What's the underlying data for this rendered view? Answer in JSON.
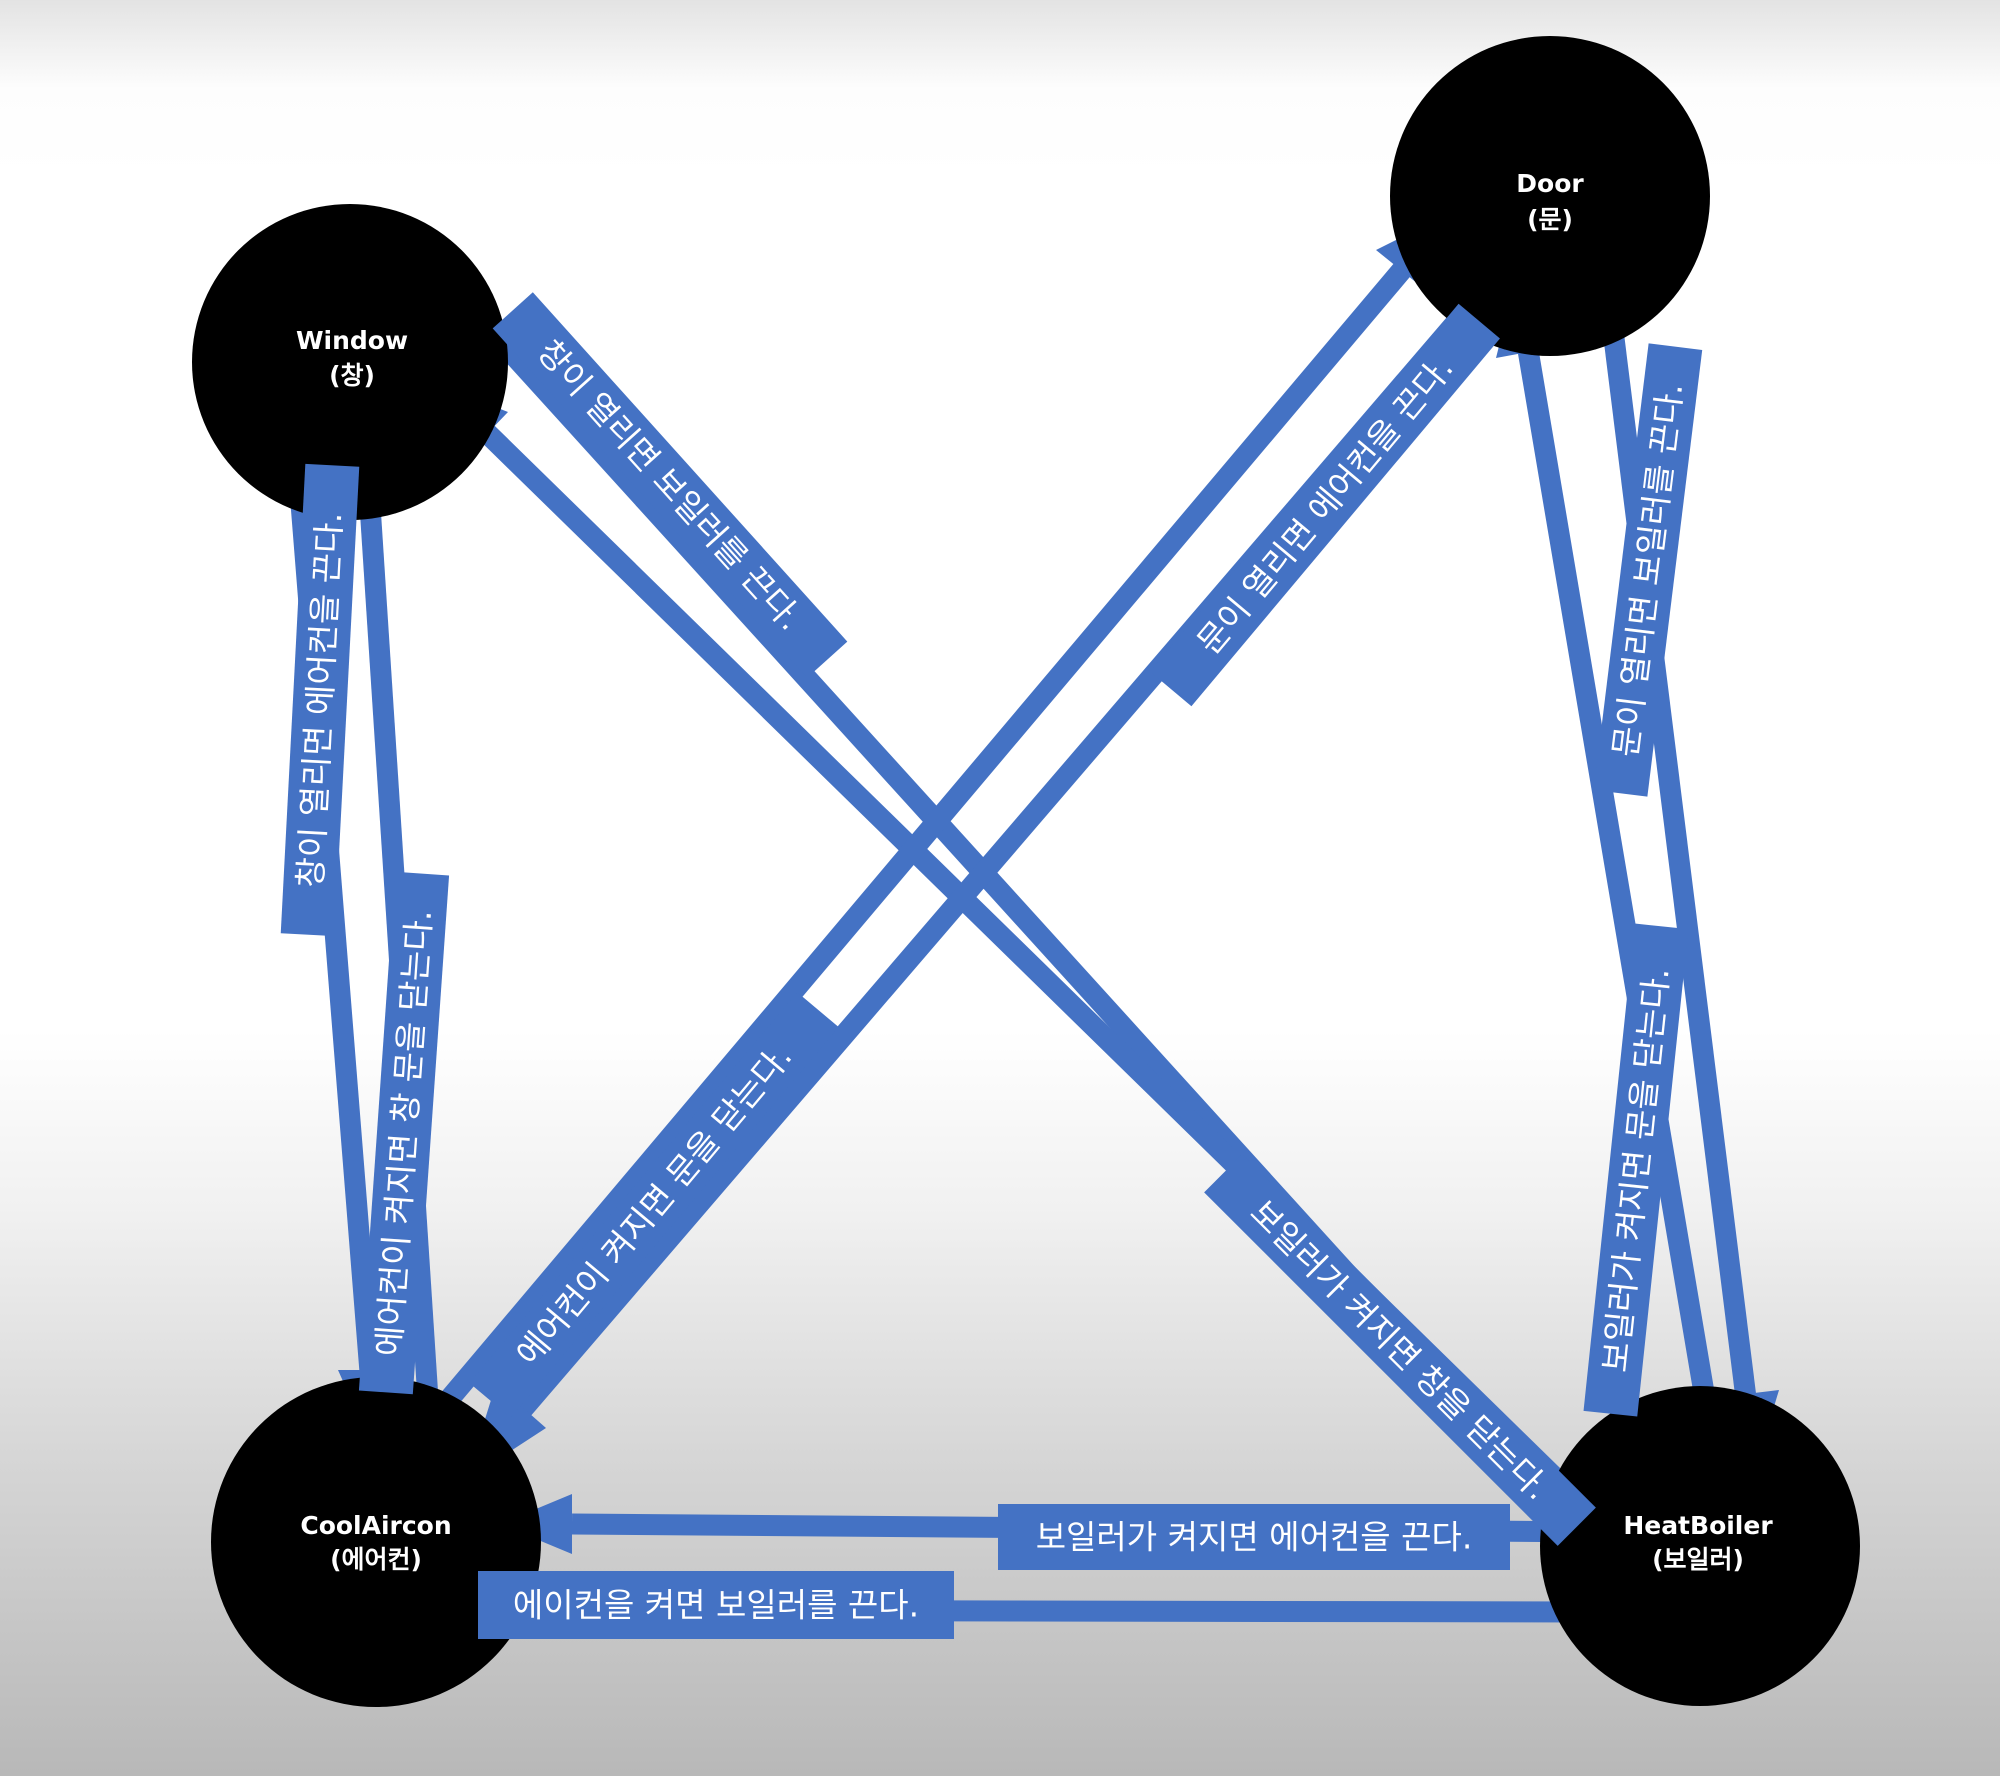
{
  "nodes": [
    {
      "id": "window",
      "name": "Window",
      "sub": "(창)"
    },
    {
      "id": "door",
      "name": "Door",
      "sub": "(문)"
    },
    {
      "id": "aircon",
      "name": "CoolAircon",
      "sub": "(에어컨)"
    },
    {
      "id": "boiler",
      "name": "HeatBoiler",
      "sub": "(보일러)"
    }
  ],
  "edges": [
    {
      "from": "window",
      "to": "aircon",
      "label": "창이 열리면 에어컨을 끈다."
    },
    {
      "from": "aircon",
      "to": "window",
      "label": "에어컨이 켜지면 창 문을 닫는다."
    },
    {
      "from": "window",
      "to": "boiler",
      "label": "창이 열리면 보일러를 끈다."
    },
    {
      "from": "boiler",
      "to": "window",
      "label": "보일러가 켜지면 창을 닫는다."
    },
    {
      "from": "door",
      "to": "aircon",
      "label": "문이 열리면 에어컨을 끈다."
    },
    {
      "from": "aircon",
      "to": "door",
      "label": "에어컨이 켜지면 문을 닫는다."
    },
    {
      "from": "door",
      "to": "boiler",
      "label": "문이 열리면 보일러를 끈다."
    },
    {
      "from": "boiler",
      "to": "door",
      "label": "보일러가 켜지면 문을 닫는다."
    },
    {
      "from": "boiler",
      "to": "aircon",
      "label": "보일러가 켜지면 에어컨을 끈다."
    },
    {
      "from": "aircon",
      "to": "boiler",
      "label": "에이컨을 켜면 보일러를 끈다."
    }
  ],
  "colors": {
    "node": "#000000",
    "node_text": "#ffffff",
    "arrow": "#4472c4",
    "label_text": "#ffffff"
  }
}
